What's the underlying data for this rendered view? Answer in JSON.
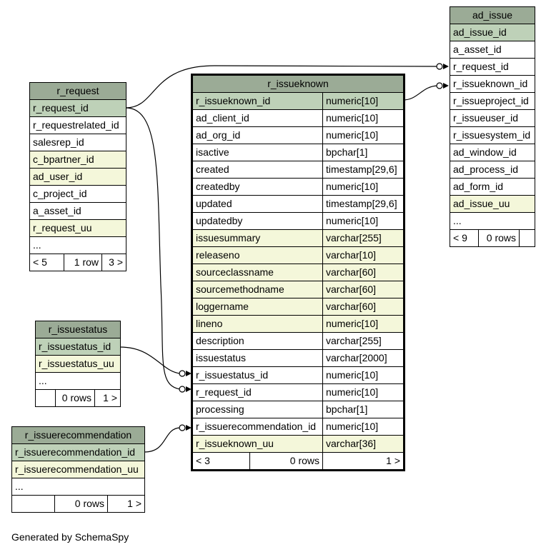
{
  "colors": {
    "header": "#9bab96",
    "primary_key": "#bed1b8",
    "indexed": "#f4f7da",
    "plain": "#ffffff"
  },
  "tables": {
    "r_request": {
      "name": "r_request",
      "columns": [
        {
          "name": "r_request_id",
          "kind": "pk"
        },
        {
          "name": "r_requestrelated_id",
          "kind": "plain"
        },
        {
          "name": "salesrep_id",
          "kind": "plain"
        },
        {
          "name": "c_bpartner_id",
          "kind": "idx"
        },
        {
          "name": "ad_user_id",
          "kind": "idx"
        },
        {
          "name": "c_project_id",
          "kind": "plain"
        },
        {
          "name": "a_asset_id",
          "kind": "plain"
        },
        {
          "name": "r_request_uu",
          "kind": "idx"
        },
        {
          "name": "...",
          "kind": "plain"
        }
      ],
      "footer": [
        "< 5",
        "1 row",
        "3 >"
      ]
    },
    "r_issuestatus": {
      "name": "r_issuestatus",
      "columns": [
        {
          "name": "r_issuestatus_id",
          "kind": "pk"
        },
        {
          "name": "r_issuestatus_uu",
          "kind": "idx"
        },
        {
          "name": "...",
          "kind": "plain"
        }
      ],
      "footer": [
        "",
        "0 rows",
        "1 >"
      ]
    },
    "r_issuerecommendation": {
      "name": "r_issuerecommendation",
      "columns": [
        {
          "name": "r_issuerecommendation_id",
          "kind": "pk"
        },
        {
          "name": "r_issuerecommendation_uu",
          "kind": "idx"
        },
        {
          "name": "...",
          "kind": "plain"
        }
      ],
      "footer": [
        "",
        "0 rows",
        "1 >"
      ]
    },
    "ad_issue": {
      "name": "ad_issue",
      "columns": [
        {
          "name": "ad_issue_id",
          "kind": "pk"
        },
        {
          "name": "a_asset_id",
          "kind": "plain"
        },
        {
          "name": "r_request_id",
          "kind": "plain"
        },
        {
          "name": "r_issueknown_id",
          "kind": "plain"
        },
        {
          "name": "r_issueproject_id",
          "kind": "plain"
        },
        {
          "name": "r_issueuser_id",
          "kind": "plain"
        },
        {
          "name": "r_issuesystem_id",
          "kind": "plain"
        },
        {
          "name": "ad_window_id",
          "kind": "plain"
        },
        {
          "name": "ad_process_id",
          "kind": "plain"
        },
        {
          "name": "ad_form_id",
          "kind": "plain"
        },
        {
          "name": "ad_issue_uu",
          "kind": "idx"
        },
        {
          "name": "...",
          "kind": "plain"
        }
      ],
      "footer": [
        "< 9",
        "0 rows",
        ""
      ]
    },
    "r_issueknown": {
      "name": "r_issueknown",
      "columns": [
        {
          "name": "r_issueknown_id",
          "type": "numeric[10]",
          "kind": "pk"
        },
        {
          "name": "ad_client_id",
          "type": "numeric[10]",
          "kind": "plain"
        },
        {
          "name": "ad_org_id",
          "type": "numeric[10]",
          "kind": "plain"
        },
        {
          "name": "isactive",
          "type": "bpchar[1]",
          "kind": "plain"
        },
        {
          "name": "created",
          "type": "timestamp[29,6]",
          "kind": "plain"
        },
        {
          "name": "createdby",
          "type": "numeric[10]",
          "kind": "plain"
        },
        {
          "name": "updated",
          "type": "timestamp[29,6]",
          "kind": "plain"
        },
        {
          "name": "updatedby",
          "type": "numeric[10]",
          "kind": "plain"
        },
        {
          "name": "issuesummary",
          "type": "varchar[255]",
          "kind": "idx"
        },
        {
          "name": "releaseno",
          "type": "varchar[10]",
          "kind": "idx"
        },
        {
          "name": "sourceclassname",
          "type": "varchar[60]",
          "kind": "idx"
        },
        {
          "name": "sourcemethodname",
          "type": "varchar[60]",
          "kind": "idx"
        },
        {
          "name": "loggername",
          "type": "varchar[60]",
          "kind": "idx"
        },
        {
          "name": "lineno",
          "type": "numeric[10]",
          "kind": "idx"
        },
        {
          "name": "description",
          "type": "varchar[255]",
          "kind": "plain"
        },
        {
          "name": "issuestatus",
          "type": "varchar[2000]",
          "kind": "plain"
        },
        {
          "name": "r_issuestatus_id",
          "type": "numeric[10]",
          "kind": "plain"
        },
        {
          "name": "r_request_id",
          "type": "numeric[10]",
          "kind": "plain"
        },
        {
          "name": "processing",
          "type": "bpchar[1]",
          "kind": "plain"
        },
        {
          "name": "r_issuerecommendation_id",
          "type": "numeric[10]",
          "kind": "plain"
        },
        {
          "name": "r_issueknown_uu",
          "type": "varchar[36]",
          "kind": "idx"
        }
      ],
      "footer": [
        "< 3",
        "0 rows",
        "1 >"
      ]
    }
  },
  "caption": "Generated by SchemaSpy"
}
